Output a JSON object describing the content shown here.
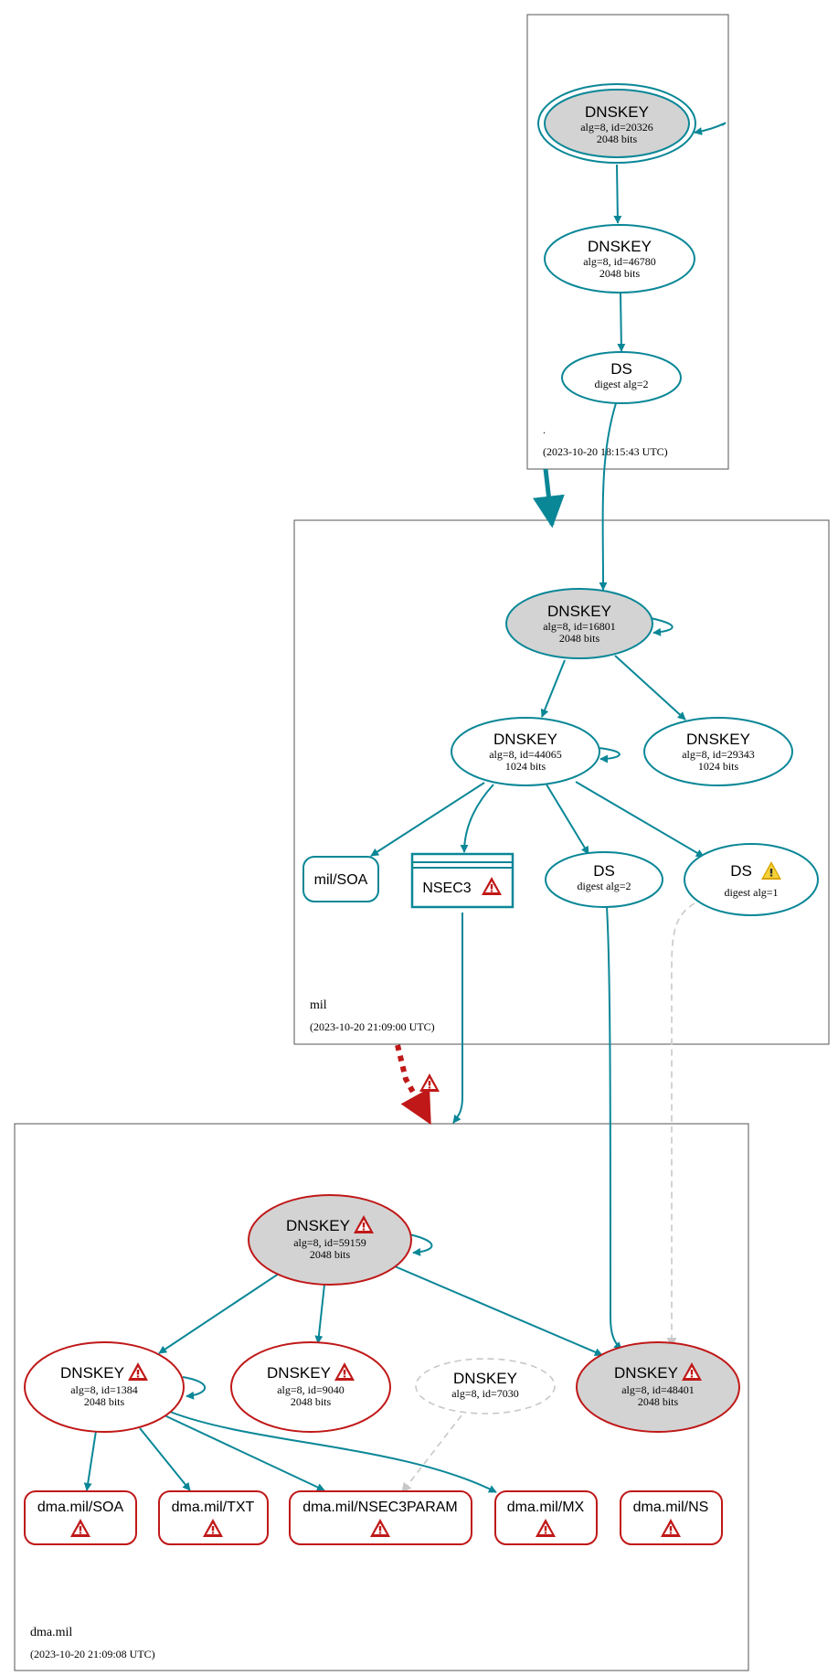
{
  "colors": {
    "teal": "#0a8797",
    "red": "#c01818",
    "grey_fill": "#d3d3d3",
    "grey_dashed": "#c8c8c8",
    "warn_yellow": "#f3d23a"
  },
  "zones": {
    "root": {
      "name": ".",
      "timestamp": "(2023-10-20 18:15:43 UTC)"
    },
    "mil": {
      "name": "mil",
      "timestamp": "(2023-10-20 21:09:00 UTC)"
    },
    "dma": {
      "name": "dma.mil",
      "timestamp": "(2023-10-20 21:09:08 UTC)"
    }
  },
  "nodes": {
    "root_ksk": {
      "title": "DNSKEY",
      "line1": "alg=8, id=20326",
      "line2": "2048 bits"
    },
    "root_zsk": {
      "title": "DNSKEY",
      "line1": "alg=8, id=46780",
      "line2": "2048 bits"
    },
    "root_ds": {
      "title": "DS",
      "line1": "digest alg=2"
    },
    "mil_ksk": {
      "title": "DNSKEY",
      "line1": "alg=8, id=16801",
      "line2": "2048 bits"
    },
    "mil_zsk": {
      "title": "DNSKEY",
      "line1": "alg=8, id=44065",
      "line2": "1024 bits"
    },
    "mil_zsk2": {
      "title": "DNSKEY",
      "line1": "alg=8, id=29343",
      "line2": "1024 bits"
    },
    "mil_soa": {
      "title": "mil/SOA"
    },
    "mil_nsec3": {
      "title": "NSEC3"
    },
    "mil_ds2": {
      "title": "DS",
      "line1": "digest alg=2"
    },
    "mil_ds1": {
      "title": "DS",
      "line1": "digest alg=1"
    },
    "dma_ksk": {
      "title": "DNSKEY",
      "line1": "alg=8, id=59159",
      "line2": "2048 bits"
    },
    "dma_zsk1384": {
      "title": "DNSKEY",
      "line1": "alg=8, id=1384",
      "line2": "2048 bits"
    },
    "dma_zsk9040": {
      "title": "DNSKEY",
      "line1": "alg=8, id=9040",
      "line2": "2048 bits"
    },
    "dma_key7030": {
      "title": "DNSKEY",
      "line1": "alg=8, id=7030"
    },
    "dma_ksk48401": {
      "title": "DNSKEY",
      "line1": "alg=8, id=48401",
      "line2": "2048 bits"
    },
    "dma_soa": {
      "title": "dma.mil/SOA"
    },
    "dma_txt": {
      "title": "dma.mil/TXT"
    },
    "dma_nsec3param": {
      "title": "dma.mil/NSEC3PARAM"
    },
    "dma_mx": {
      "title": "dma.mil/MX"
    },
    "dma_ns": {
      "title": "dma.mil/NS"
    }
  }
}
